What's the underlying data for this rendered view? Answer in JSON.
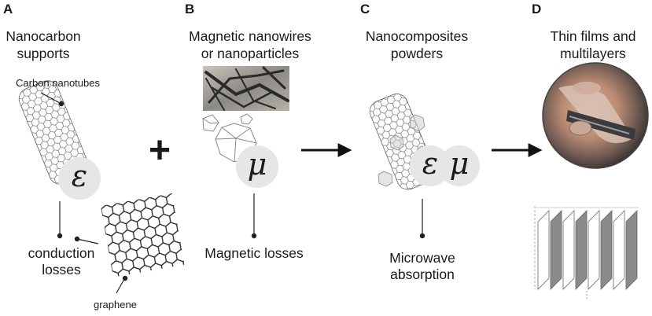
{
  "panels": {
    "a": {
      "letter": "A",
      "title_line1": "Nanocarbon",
      "title_line2": "supports",
      "cnt_label": "Carbon nanotubes",
      "symbol": "ε",
      "loss_line1": "conduction",
      "loss_line2": "losses",
      "graphene_label": "graphene"
    },
    "b": {
      "letter": "B",
      "title_line1": "Magnetic nanowires",
      "title_line2": "or nanoparticles",
      "symbol": "μ",
      "loss_label": "Magnetic losses"
    },
    "c": {
      "letter": "C",
      "title_line1": "Nanocomposites",
      "title_line2": "powders",
      "symbol_eps": "ε",
      "symbol_mu": "μ",
      "out_line1": "Microwave",
      "out_line2": "absorption"
    },
    "d": {
      "letter": "D",
      "title_line1": "Thin films and",
      "title_line2": "multilayers"
    }
  },
  "operators": {
    "plus": "+"
  }
}
